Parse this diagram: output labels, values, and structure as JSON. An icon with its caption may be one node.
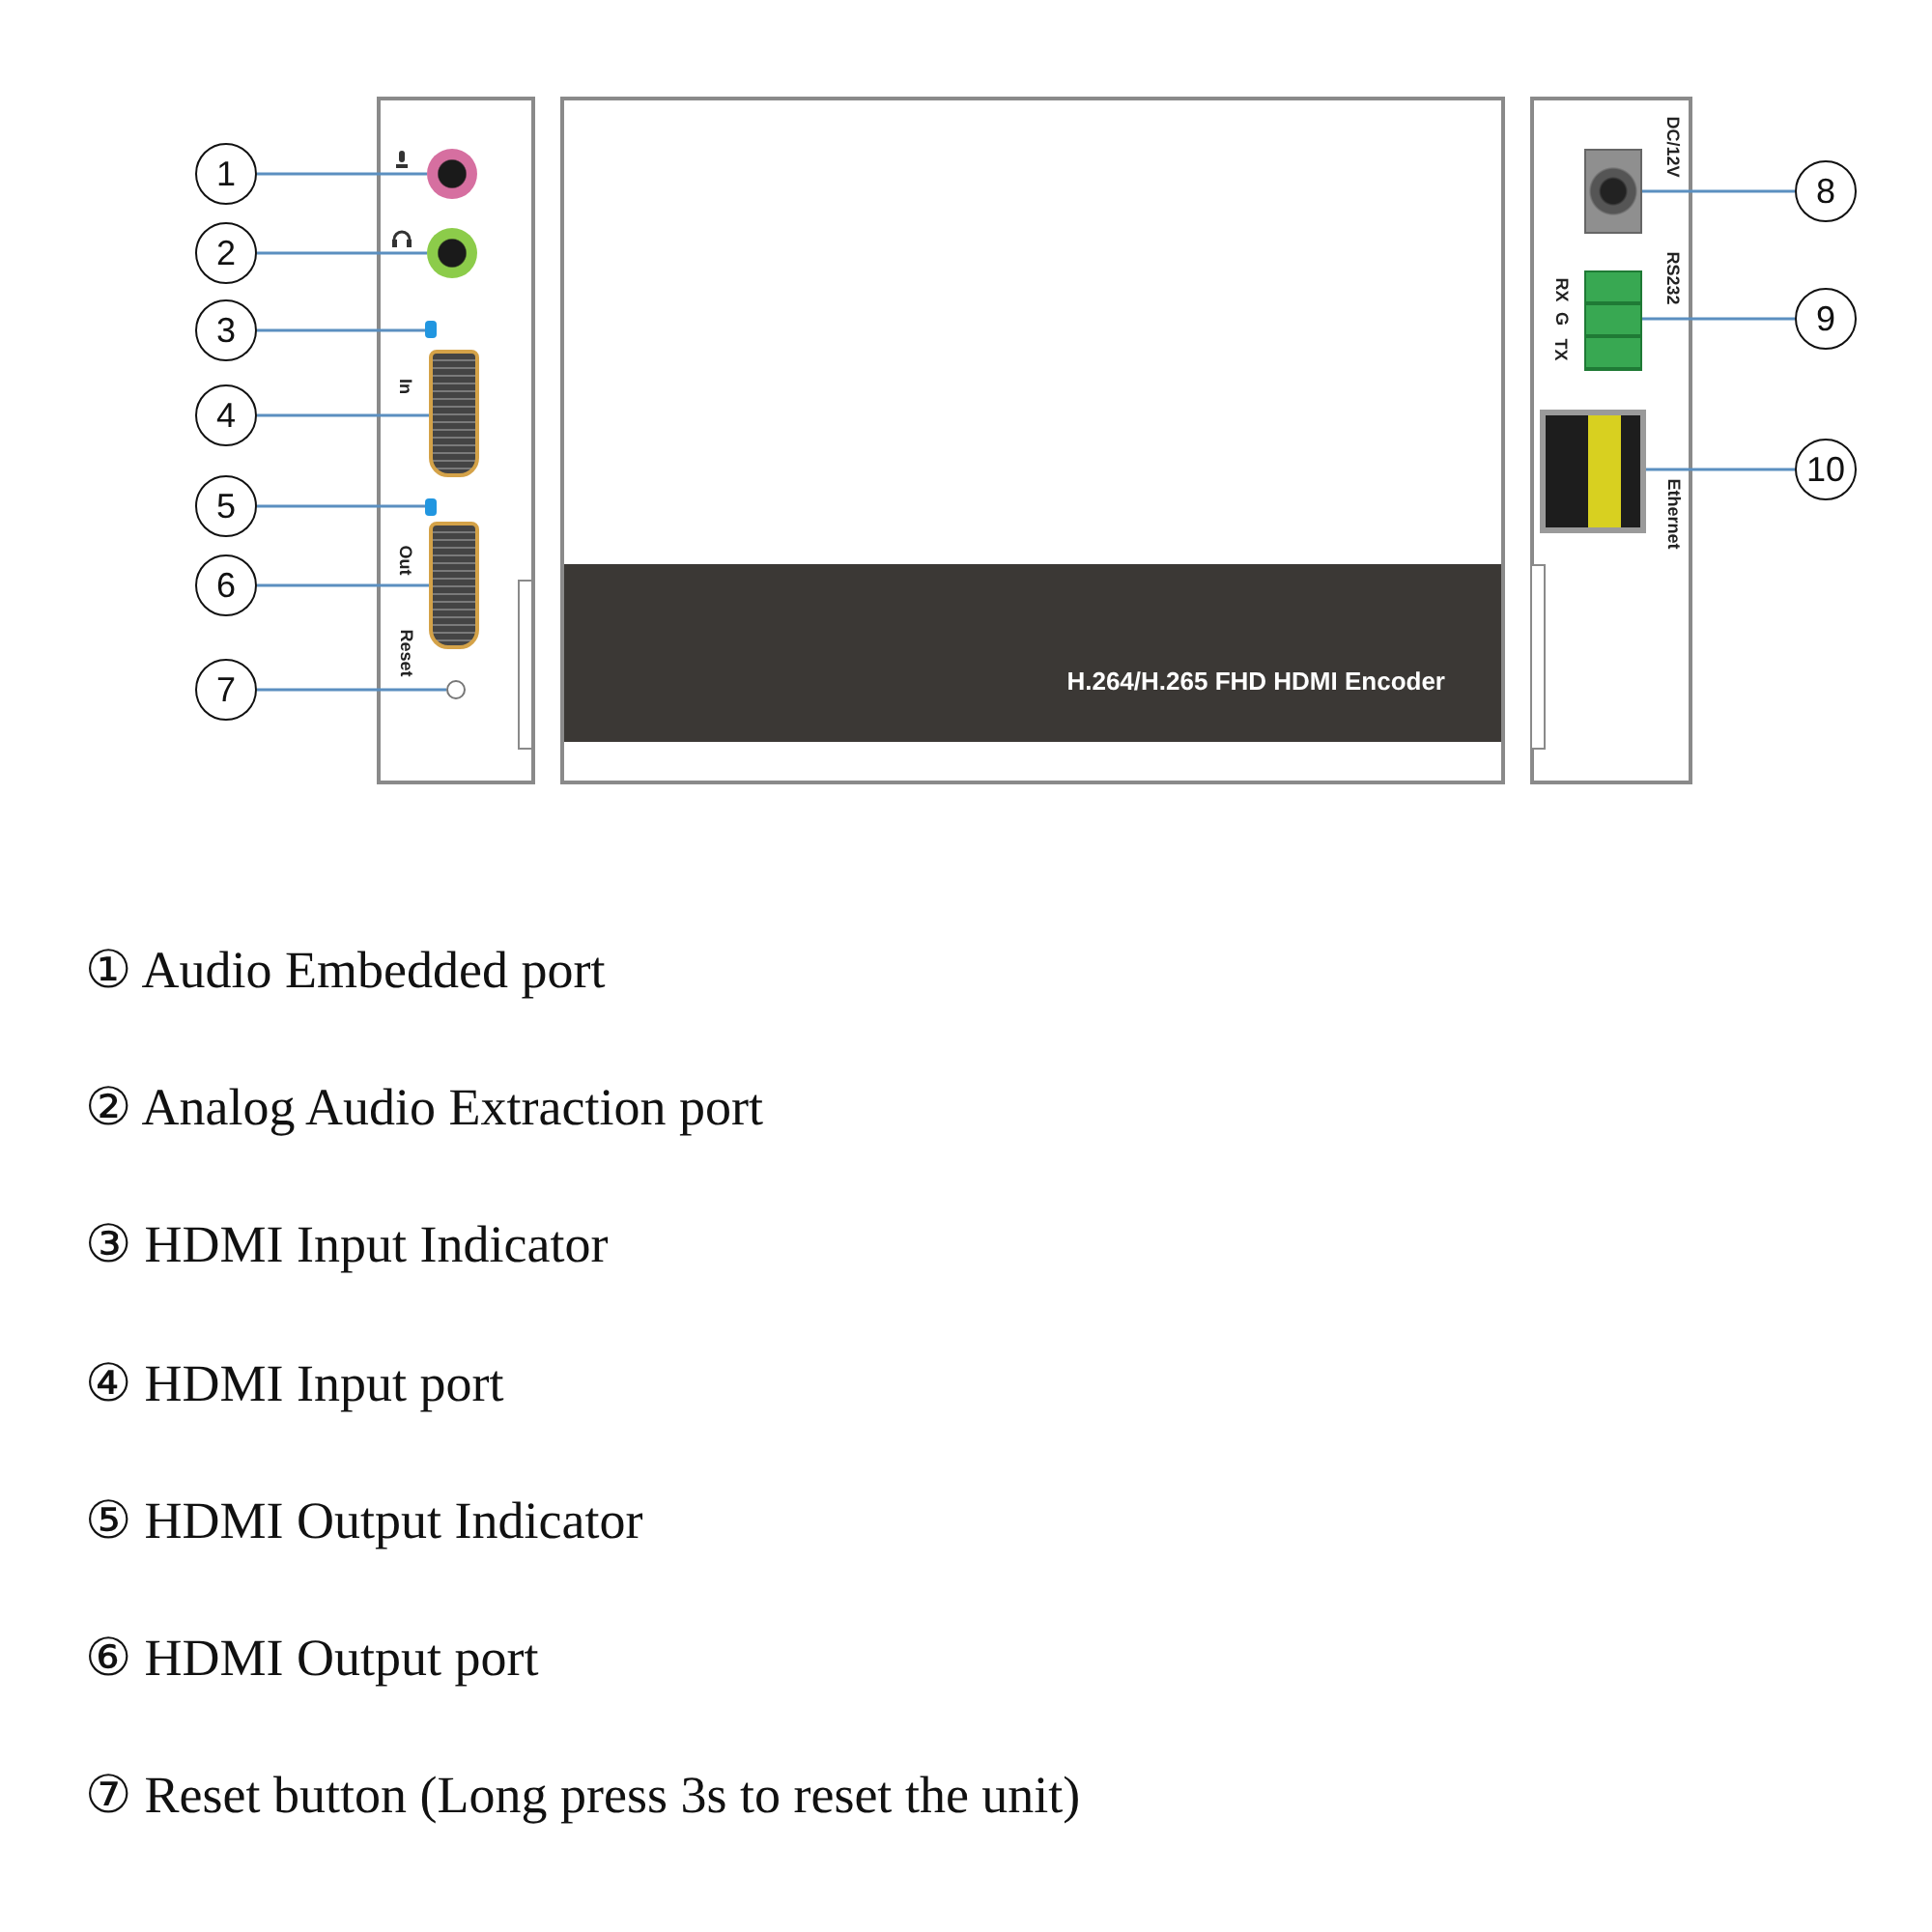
{
  "diagram": {
    "nodes": [
      {
        "text": [
          "1"
        ]
      },
      {
        "text": [
          "2"
        ]
      },
      {
        "text": [
          "3"
        ]
      },
      {
        "text": [
          "4"
        ]
      },
      {
        "text": [
          "5"
        ]
      },
      {
        "text": [
          "6"
        ]
      },
      {
        "text": [
          "7"
        ]
      },
      {
        "text": [
          "8"
        ]
      },
      {
        "text": [
          "9"
        ]
      },
      {
        "text": [
          "10"
        ]
      },
      {
        "text": [],
        "shape": "circle"
      },
      {
        "text": [],
        "shape": "circle"
      },
      {
        "text": [],
        "shape": "box"
      },
      {
        "text": [],
        "shape": "box"
      },
      {
        "text": [],
        "shape": "box"
      },
      {
        "text": [],
        "shape": "box"
      },
      {
        "text": [],
        "shape": "circle"
      },
      {
        "text": [],
        "shape": "box"
      },
      {
        "text": [],
        "shape": "box"
      },
      {
        "text": [],
        "shape": "box"
      }
    ],
    "edges": [
      {
        "from": 0,
        "to": 10,
        "arrow": "none"
      },
      {
        "from": 1,
        "to": 11,
        "arrow": "none"
      },
      {
        "from": 2,
        "to": 12,
        "arrow": "none"
      },
      {
        "from": 3,
        "to": 13,
        "arrow": "none"
      },
      {
        "from": 4,
        "to": 14,
        "arrow": "none"
      },
      {
        "from": 5,
        "to": 15,
        "arrow": "none"
      },
      {
        "from": 6,
        "to": 16,
        "arrow": "none"
      },
      {
        "from": 7,
        "to": 17,
        "arrow": "none"
      },
      {
        "from": 8,
        "to": 18,
        "arrow": "none"
      },
      {
        "from": 9,
        "to": 19,
        "arrow": "none"
      }
    ],
    "labels": [
      "In",
      "Out",
      "Reset",
      "H.264/H.265 FHD HDMI Encoder",
      "DC/12V",
      "TX",
      "G",
      "RX",
      "RS232",
      "Ethernet",
      "① Audio Embedded port",
      "② Analog Audio Extraction port",
      "③ HDMI Input Indicator",
      "④ HDMI Input port",
      "⑤ HDMI Output Indicator",
      "⑥ HDMI Output port",
      "⑦ Reset button (Long press 3s to reset the unit)"
    ]
  }
}
